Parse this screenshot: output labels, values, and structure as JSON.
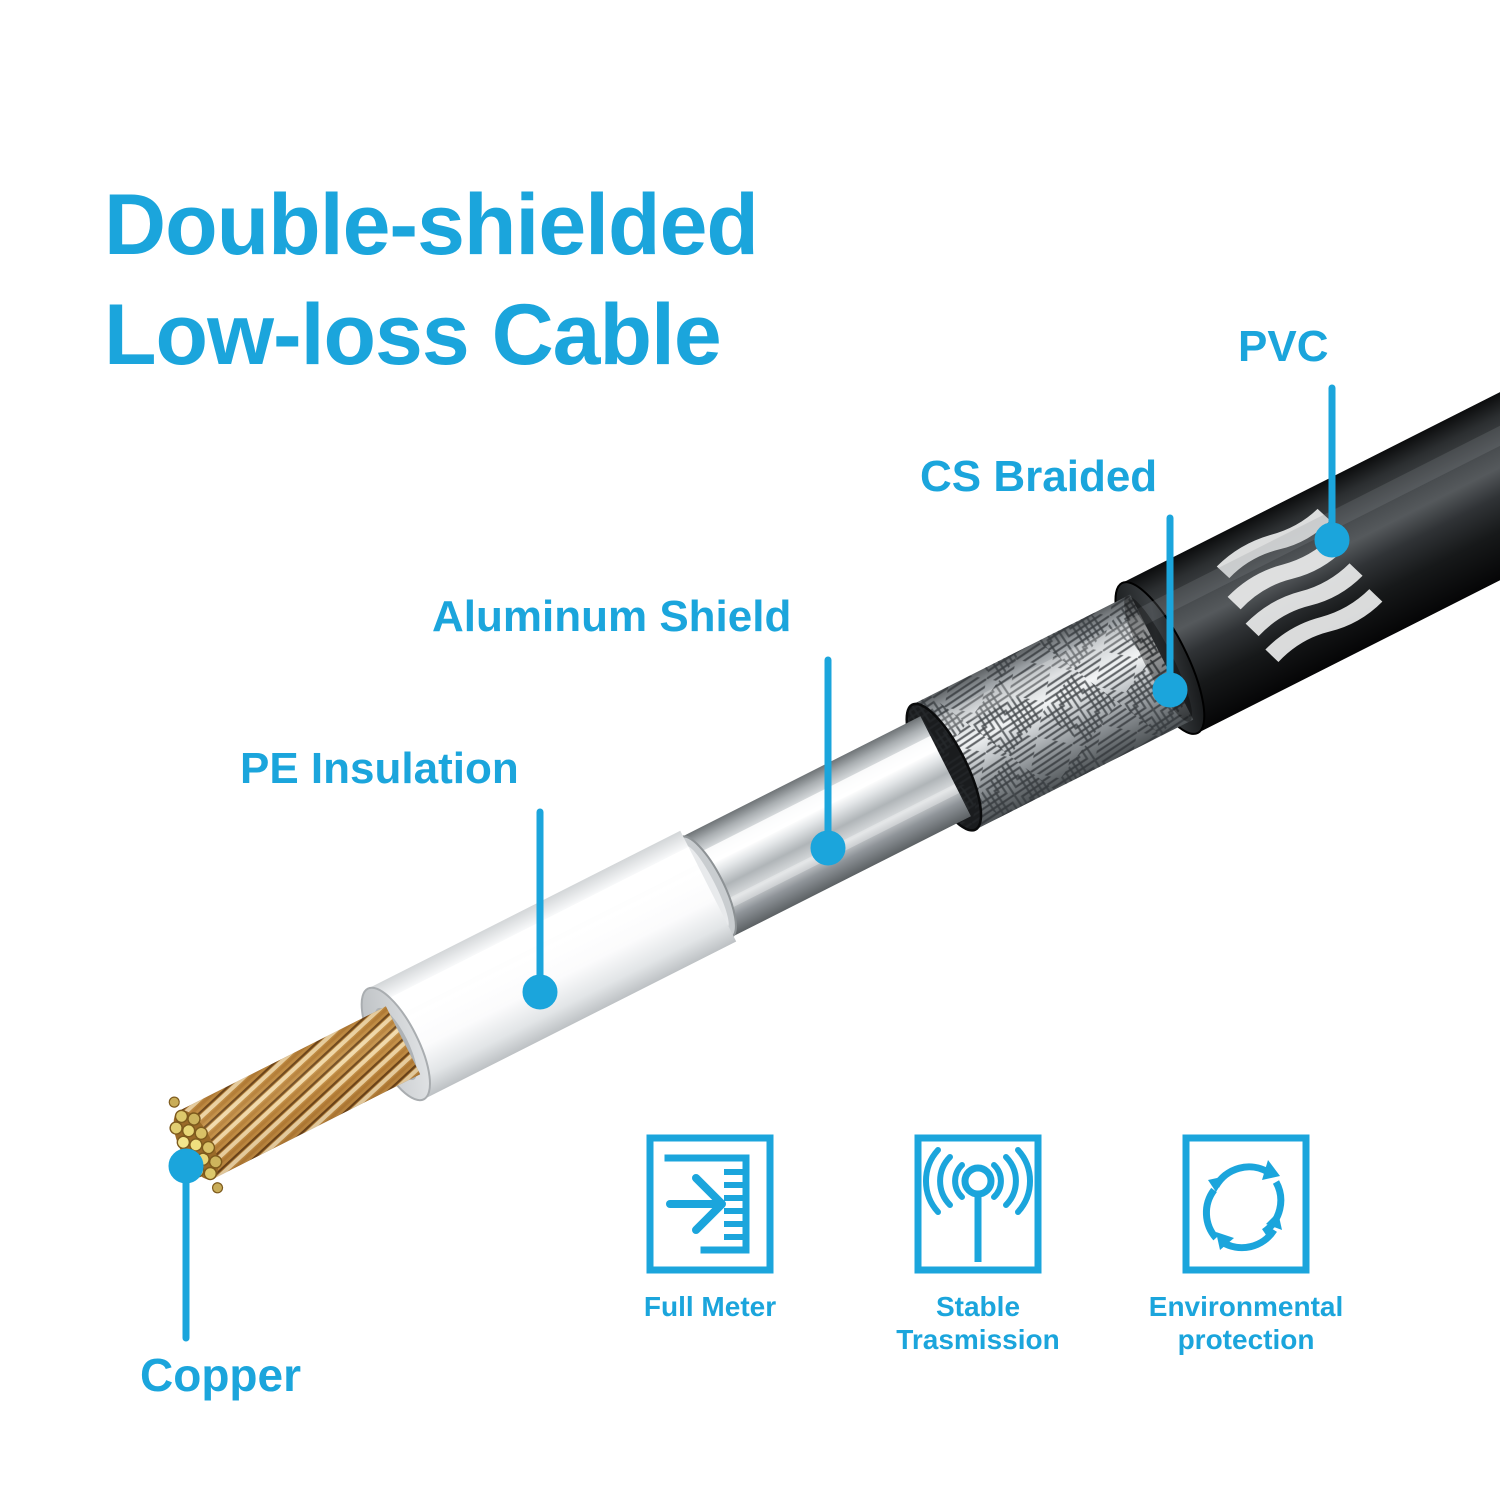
{
  "page": {
    "background": "#ffffff",
    "accent_color": "#1BA5DC"
  },
  "title": {
    "line1": "Double-shielded",
    "line2": "Low-loss Cable"
  },
  "callouts": [
    {
      "id": "copper",
      "label": "Copper",
      "icon": "dot-marker",
      "leader": "up"
    },
    {
      "id": "pe-insulation",
      "label": "PE Insulation",
      "icon": "dot-marker",
      "leader": "down"
    },
    {
      "id": "aluminum-shield",
      "label": "Aluminum Shield",
      "icon": "dot-marker",
      "leader": "down"
    },
    {
      "id": "cs-braided",
      "label": "CS Braided",
      "icon": "dot-marker",
      "leader": "down"
    },
    {
      "id": "pvc",
      "label": "PVC",
      "icon": "dot-marker",
      "leader": "down"
    }
  ],
  "labels": {
    "copper": "Copper",
    "pe_insulation": "PE Insulation",
    "aluminum_shield": "Aluminum Shield",
    "cs_braided": "CS Braided",
    "pvc": "PVC"
  },
  "features": [
    {
      "icon": "ruler-arrow-icon",
      "caption": "Full Meter"
    },
    {
      "icon": "antenna-signal-icon",
      "caption": "Stable\nTrasmission"
    },
    {
      "icon": "recycle-arrows-icon",
      "caption": "Environmental\nprotection"
    }
  ],
  "feature_captions": {
    "full_meter": "Full Meter",
    "stable_transmission": "Stable\nTrasmission",
    "environmental_protection": "Environmental\nprotection"
  },
  "cable": {
    "layers": [
      {
        "name": "copper-core",
        "color": "#C99B56"
      },
      {
        "name": "pe-insulation",
        "color": "#FFFFFF"
      },
      {
        "name": "aluminum-shield",
        "color": "#BFC3C6"
      },
      {
        "name": "cs-braided",
        "color": "#9A9EA1"
      },
      {
        "name": "pvc-jacket",
        "color": "#1C1C1C"
      }
    ]
  }
}
